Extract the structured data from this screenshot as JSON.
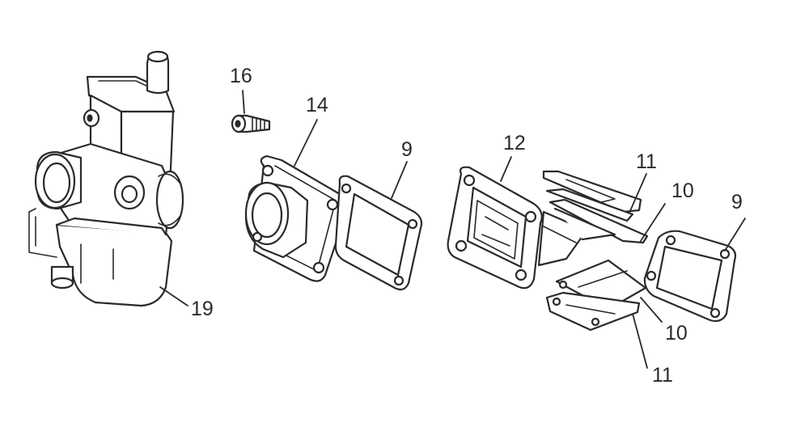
{
  "diagram": {
    "callouts": {
      "carburetor": "19",
      "screw": "16",
      "intake_manifold": "14",
      "gasket_left": "9",
      "reed_block": "12",
      "reed_upper": "11",
      "stopper_upper": "10",
      "gasket_right": "9",
      "stopper_lower": "10",
      "reed_lower": "11"
    }
  }
}
